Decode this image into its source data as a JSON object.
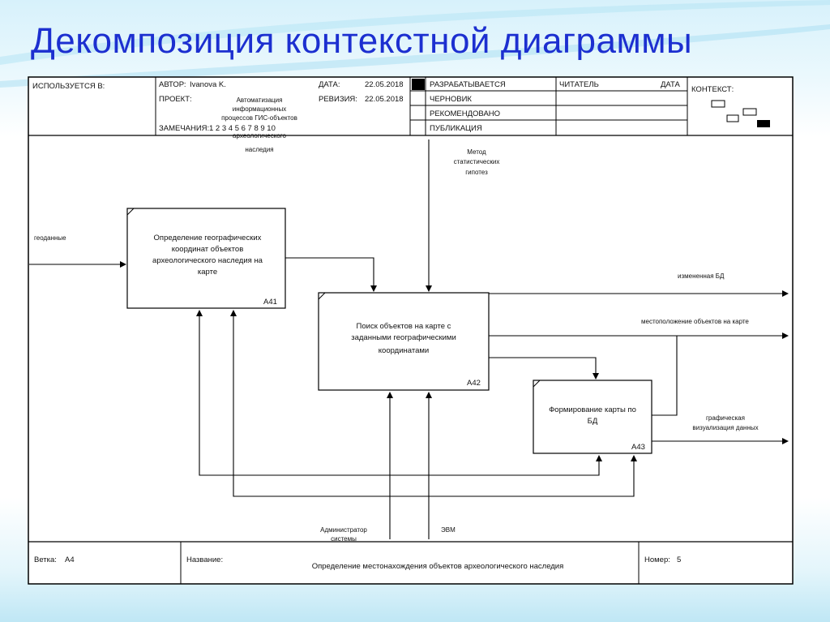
{
  "slide": {
    "title": "Декомпозиция контекстной диаграммы"
  },
  "header": {
    "used_in_label": "ИСПОЛЬЗУЕТСЯ В:",
    "author_label": "АВТОР:",
    "author_value": "Ivanova K.",
    "project_label": "ПРОЕКТ:",
    "project_value": [
      "Автоматизация",
      "информационных",
      "процессов ГИС-объектов",
      "археологического",
      "наследия"
    ],
    "notes_label": "ЗАМЕЧАНИЯ:",
    "notes_value": "1 2 3 4 5 6 7 8 9 10",
    "date_label": "ДАТА:",
    "date_value": "22.05.2018",
    "revision_label": "РЕВИЗИЯ:",
    "revision_value": "22.05.2018",
    "status_working": "РАЗРАБАТЫВАЕТСЯ",
    "status_draft": "ЧЕРНОВИК",
    "status_recommended": "РЕКОМЕНДОВАНО",
    "status_publication": "ПУБЛИКАЦИЯ",
    "reader_label": "ЧИТАТЕЛЬ",
    "reader_date_label": "ДАТА",
    "context_label": "КОНТЕКСТ:"
  },
  "boxes": {
    "a41": {
      "lines": [
        "Определение географических",
        "координат объектов",
        "археологического наследия на",
        "карте"
      ],
      "id": "A41"
    },
    "a42": {
      "lines": [
        "Поиск объектов на карте с",
        "заданными географическими",
        "координатами"
      ],
      "id": "A42"
    },
    "a43": {
      "lines": [
        "Формирование карты по",
        "БД"
      ],
      "id": "A43"
    }
  },
  "arrows": {
    "geodata": "геоданные",
    "method": [
      "Метод",
      "статистических",
      "гипотез"
    ],
    "changed_db": "измененная БД",
    "location": "местоположение объектов на карте",
    "visualization": [
      "графическая",
      "визуализация данных"
    ],
    "admin": [
      "Администратор",
      "системы"
    ],
    "computer": "ЭВМ"
  },
  "footer": {
    "node_label": "Ветка:",
    "node_value": "A4",
    "title_label": "Название:",
    "title_value": "Определение местонахождения объектов археологического наследия",
    "number_label": "Номер:",
    "number_value": "5"
  }
}
